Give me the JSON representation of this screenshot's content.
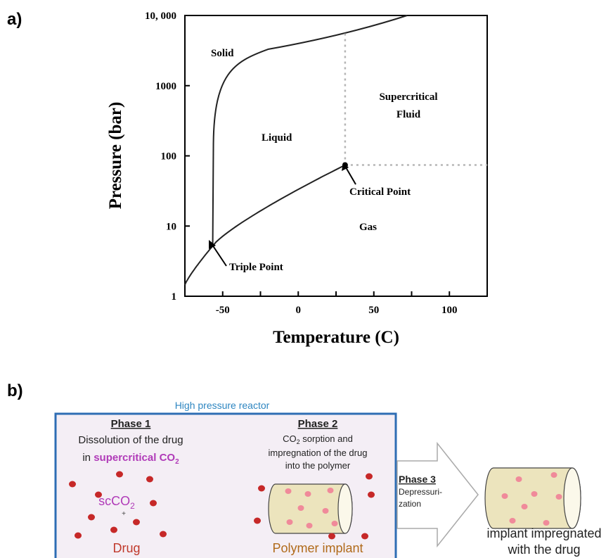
{
  "panel_a": {
    "label": "a)",
    "chart": {
      "type": "phase-diagram",
      "xlabel": "Temperature (C)",
      "ylabel": "Pressure (bar)",
      "x_ticks": [
        "-50",
        "0",
        "50",
        "100"
      ],
      "y_ticks": [
        "1",
        "10",
        "100",
        "1000",
        "10, 000"
      ],
      "xlim": [
        -75,
        125
      ],
      "ylim": [
        1,
        10000
      ],
      "y_scale": "log",
      "regions": {
        "solid": "Solid",
        "liquid": "Liquid",
        "supercritical_line1": "Supercritical",
        "supercritical_line2": "Fluid",
        "gas": "Gas"
      },
      "annotations": {
        "critical_point": "Critical Point",
        "triple_point": "Triple Point"
      },
      "points": {
        "triple_point": {
          "t": -56.6,
          "p": 5.2
        },
        "critical_point": {
          "t": 31,
          "p": 74
        }
      }
    }
  },
  "panel_b": {
    "label": "b)",
    "reactor_title": "High pressure reactor",
    "phase1": {
      "title": "Phase 1",
      "line1": "Dissolution of the drug",
      "line2_prefix": "in ",
      "line2_highlight": "supercritical CO",
      "line2_sub": "2",
      "scco2_main": "scCO",
      "scco2_sub": "2",
      "plus": "+",
      "drug_label": "Drug"
    },
    "phase2": {
      "title": "Phase 2",
      "line1_main": "CO",
      "line1_sub": "2",
      "line1_rest": " sorption and",
      "line2": "impregnation  of the drug",
      "line3": "into the polymer",
      "implant_label": "Polymer implant"
    },
    "phase3": {
      "title": "Phase 3",
      "line1": "Depressuri-",
      "line2": "zation"
    },
    "result": {
      "line1": "implant impregnated",
      "line2": "with the drug"
    },
    "colors": {
      "reactor_border": "#2e6db4",
      "reactor_fill": "#f4eef5",
      "reactor_title": "#2e86c1",
      "drug_dot": "#c62828",
      "highlight": "#b03ab8",
      "drug_text": "#c0392b",
      "implant_text": "#b06a1a",
      "implant_fill": "#ece4bd",
      "implant_dot": "#f08a9a"
    }
  }
}
